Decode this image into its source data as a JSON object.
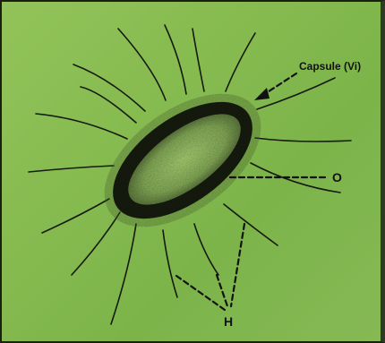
{
  "labels": {
    "capsule": "Capsule (Vi)",
    "somatic": "O",
    "flagella": "H"
  },
  "colors": {
    "background": "#86bb50",
    "ink": "#111111",
    "border": "#1a1f12"
  }
}
